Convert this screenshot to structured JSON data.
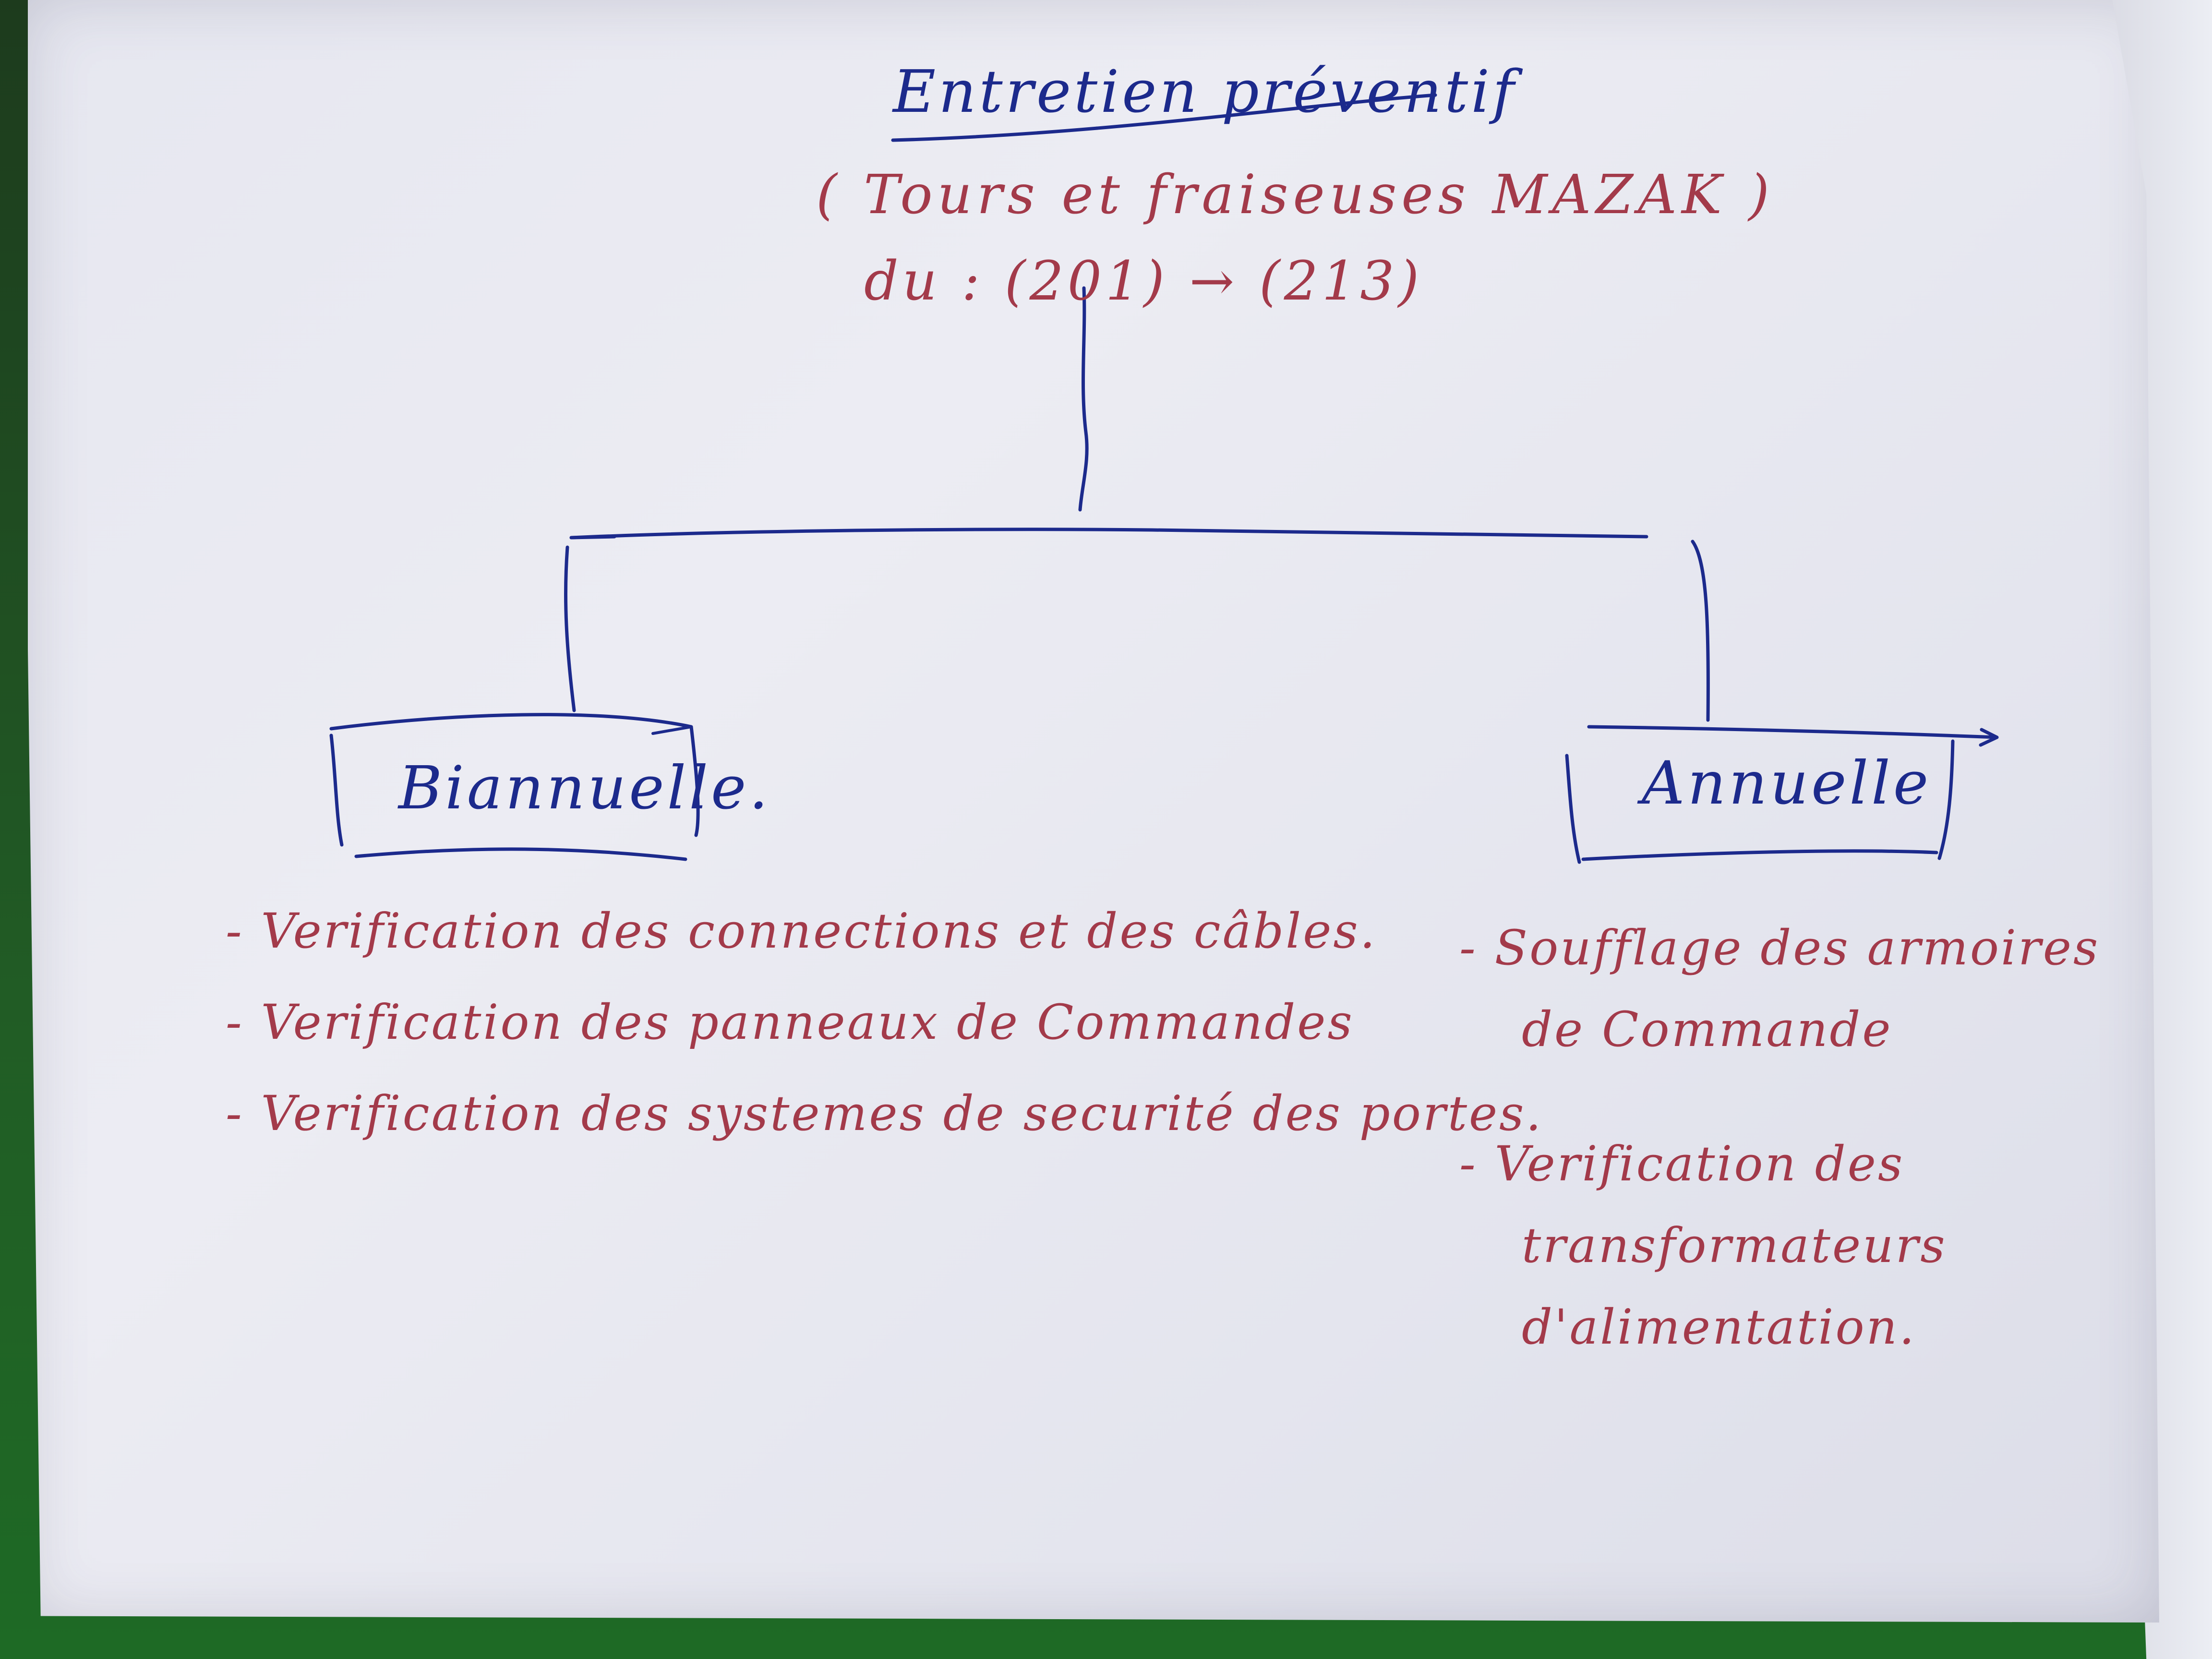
{
  "diagram": {
    "title": "Entretien préventif",
    "subtitle": "( Tours et fraiseuses   MAZAK )",
    "dates": "du : (201) → (213)",
    "nodes": [
      {
        "label": "Biannuelle.",
        "items": [
          "- Verification des connections et des câbles.",
          "- Verification des panneaux de Commandes",
          "- Verification des systemes de securité des portes."
        ]
      },
      {
        "label": "Annuelle",
        "items": [
          "- Soufflage des armoires de Commande",
          "- Verification des transformateurs d'alimentation."
        ]
      }
    ]
  },
  "colors": {
    "blue_ink": "#1c2a8c",
    "red_ink": "#a33a4a",
    "paper": "#e8e9f1",
    "background": "#215c25"
  }
}
